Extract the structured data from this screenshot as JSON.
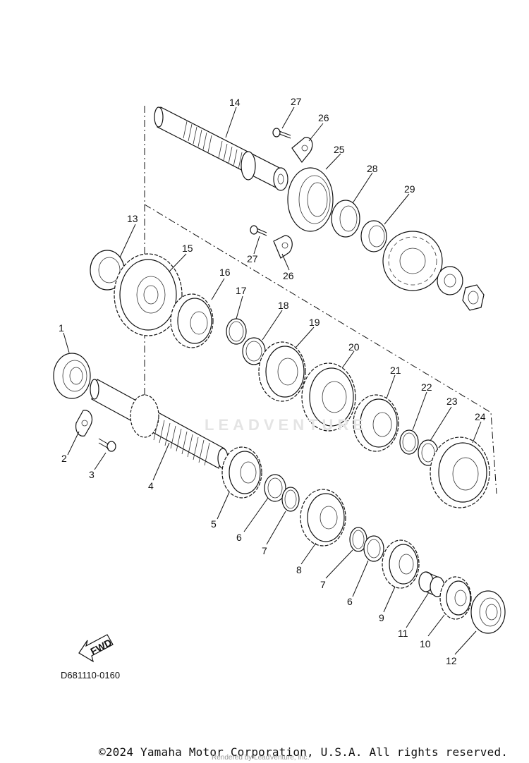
{
  "drawing_code": "D681110-0160",
  "copyright": "©2024 Yamaha Motor Corporation, U.S.A. All rights reserved.",
  "watermark": "LEADVENTURE",
  "rendered_by": "Rendered by LeadVenture, Inc.",
  "fwd_label": "FWD",
  "callouts": {
    "p1": "1",
    "p2": "2",
    "p3": "3",
    "p4": "4",
    "p5": "5",
    "p6a": "6",
    "p6b": "6",
    "p7a": "7",
    "p7b": "7",
    "p8": "8",
    "p9": "9",
    "p10": "10",
    "p11": "11",
    "p12": "12",
    "p13": "13",
    "p14": "14",
    "p15": "15",
    "p16": "16",
    "p17": "17",
    "p18": "18",
    "p19": "19",
    "p20": "20",
    "p21": "21",
    "p22": "22",
    "p23": "23",
    "p24": "24",
    "p25": "25",
    "p26a": "26",
    "p26b": "26",
    "p27a": "27",
    "p27b": "27",
    "p28": "28",
    "p29": "29"
  }
}
